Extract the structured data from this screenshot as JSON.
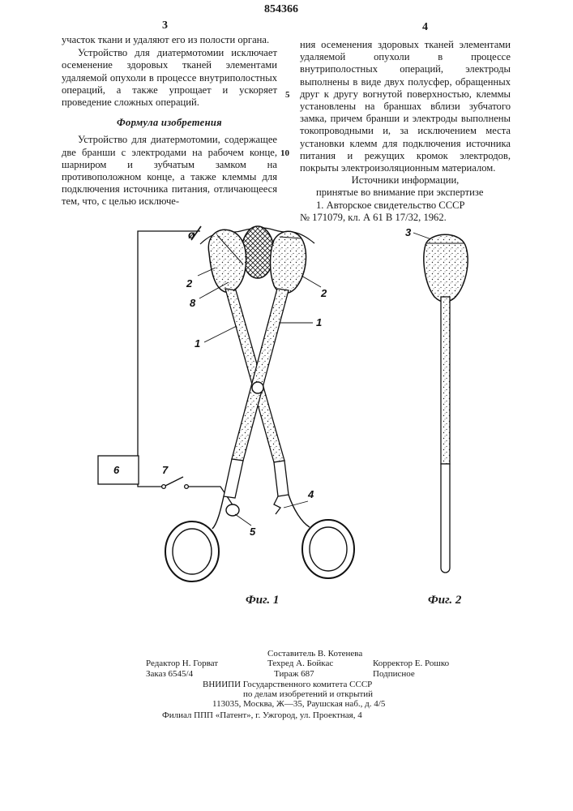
{
  "header": {
    "patent_number": "854366",
    "page_left": "3",
    "page_right": "4"
  },
  "left_column": {
    "p1": "участок ткани и удаляют его из полости органа.",
    "p2": "Устройство для диатермотомии исключает осеменение здоровых тканей элементами удаляемой опухоли в процессе внутриполостных операций, а также упрощает и ускоряет проведение сложных операций.",
    "heading": "Формула изобретения",
    "p3": "Устройство для диатермотомии, содержащее две бранши с электродами на рабочем конце, шарниром и зубчатым замком на противоположном конце, а также клеммы для подключения источника питания, отличающееся тем, что, с целью исключе-"
  },
  "right_column": {
    "p1": "ния осеменения здоровых тканей элементами удаляемой опухоли в процессе внутриполостных операций, электроды выполнены в виде двух полусфер, обращенных друг к другу вогнутой поверхностью, клеммы установлены на браншах вблизи зубчатого замка, причем бранши и электроды выполнены токопроводными и, за исключением места установки клемм для подключения источника питания и режущих кромок электродов, покрыты электроизоляционным материалом.",
    "sources_title": "Источники информации,",
    "sources_sub": "принятые во внимание при экспертизе",
    "source1_a": "1. Авторское свидетельство СССР",
    "source1_b": "№ 171079, кл. А 61 В 17/32, 1962."
  },
  "line_numbers": [
    "5",
    "10"
  ],
  "figure1": {
    "caption": "Фиг. 1",
    "labels": {
      "l1a": "1",
      "l1b": "1",
      "l2a": "2",
      "l2b": "2",
      "l4": "4",
      "l5": "5",
      "l6": "6",
      "l7": "7",
      "l8": "8",
      "phi": "ø"
    }
  },
  "figure2": {
    "caption": "Фиг. 2",
    "labels": {
      "l3": "3"
    }
  },
  "imprint": {
    "compiler": "Составитель В. Котенева",
    "editor": "Редактор Н. Горват",
    "techred": "Техред А. Бойкас",
    "corrector": "Корректор Е. Рошко",
    "order": "Заказ 6545/4",
    "circulation": "Тираж 687",
    "subscription": "Подписное",
    "org1": "ВНИИПИ Государственного комитета СССР",
    "org2": "по делам изобретений и открытий",
    "address": "113035, Москва, Ж—35, Раушская наб., д. 4/5",
    "branch": "Филиал ППП «Патент», г. Ужгород, ул. Проектная, 4"
  }
}
